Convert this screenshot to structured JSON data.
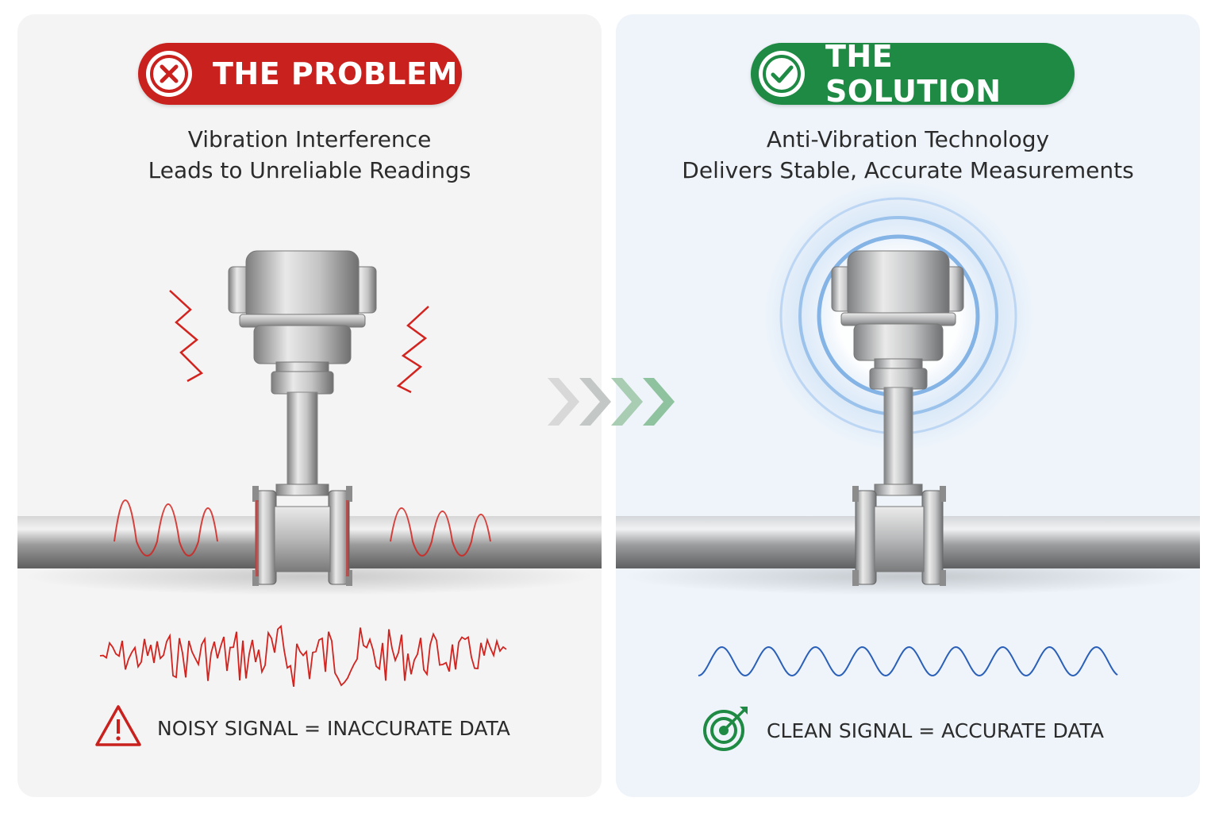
{
  "problem": {
    "badge_label": "THE PROBLEM",
    "subtitle_line1": "Vibration Interference",
    "subtitle_line2": "Leads to Unreliable Readings",
    "footer": "NOISY SIGNAL = INACCURATE DATA",
    "badge_icon": "x-icon",
    "footer_icon": "warning-triangle-icon",
    "signal": "noisy"
  },
  "solution": {
    "badge_label": "THE SOLUTION",
    "subtitle_line1": "Anti-Vibration Technology",
    "subtitle_line2": "Delivers Stable, Accurate Measurements",
    "footer": "CLEAN SIGNAL = ACCURATE DATA",
    "badge_icon": "checkmark-icon",
    "footer_icon": "target-icon",
    "signal": "clean"
  },
  "colors": {
    "problem_red": "#c9211e",
    "solution_green": "#1e8a44",
    "clean_signal_blue": "#2a5fb8",
    "noisy_signal_red": "#d2231f"
  }
}
